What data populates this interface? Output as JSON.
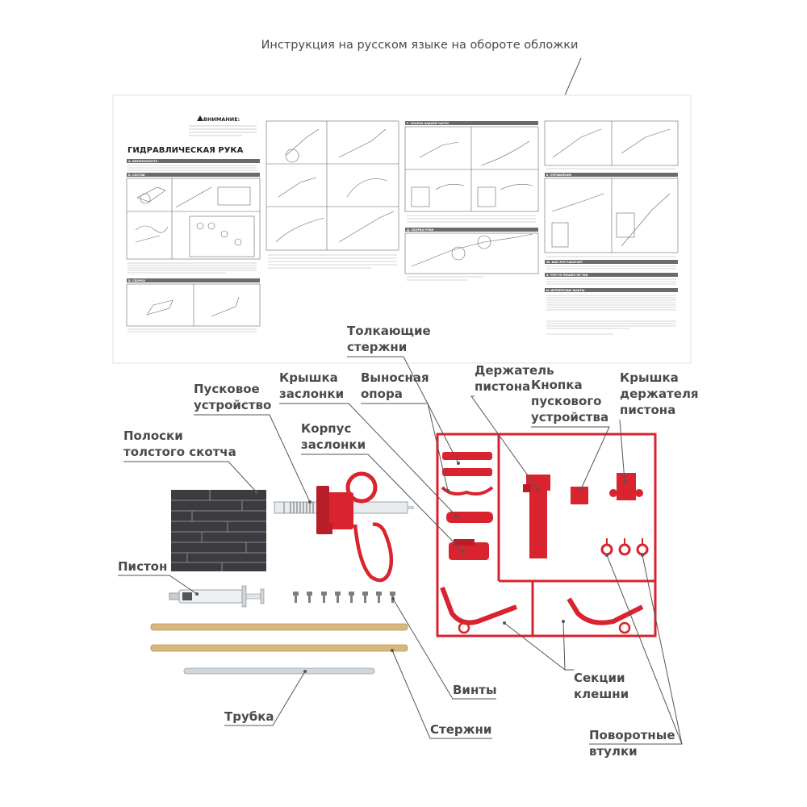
{
  "top_note": "Инструкция на русском языке на обороте обложки",
  "sheet": {
    "title": "ГИДРАВЛИЧЕСКАЯ РУКА",
    "warning_title": "ВНИМАНИЕ:",
    "section_headers": [
      "А. БЕЗОПАСНОСТЬ",
      "Б. СОСТАВ",
      "В. СБОРКА",
      "Г. СБОРКА ЗАДНЕЙ ЧАСТИ",
      "Д. СБОРКА РУКИ",
      "Е. УПРАВЛЕНИЕ",
      "Ж. КАК ЭТО РАБОТАЕТ",
      "З. ЧТО-ТО ПОШЛО НЕ ТАК",
      "И. ИНТЕРЕСНЫЕ ФАКТЫ"
    ]
  },
  "labels": {
    "pushing_rods": [
      "Толкающие",
      "стержни"
    ],
    "piston_holder": [
      "Держатель",
      "пистона"
    ],
    "trigger": [
      "Пусковое",
      "устройство"
    ],
    "gate_cover": [
      "Крышка",
      "заслонки"
    ],
    "outrigger": [
      "Выносная",
      "опора"
    ],
    "trigger_button": [
      "Кнопка",
      "пускового",
      "устройства"
    ],
    "piston_holder_cover": [
      "Крышка",
      "держателя",
      "пистона"
    ],
    "gate_body": [
      "Корпус",
      "заслонки"
    ],
    "tape_strips": [
      "Полоски",
      "толстого скотча"
    ],
    "piston": "Пистон",
    "claw_sections": [
      "Секции",
      "клешни"
    ],
    "screws": "Винты",
    "tube": "Трубка",
    "rods": "Стержни",
    "swivel_bushings": [
      "Поворотные",
      "втулки"
    ]
  },
  "colors": {
    "plastic_red": "#d9232e",
    "label_gray": "#4a4a4a",
    "tape_dark": "#3b3b40",
    "wood": "#d8b77e"
  }
}
